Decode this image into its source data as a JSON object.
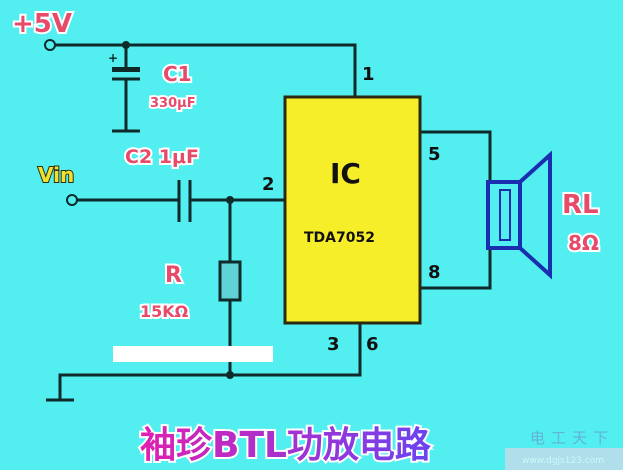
{
  "supply": {
    "label": "+5V"
  },
  "input": {
    "label": "Vin"
  },
  "c1": {
    "name": "C1",
    "value": "330μF"
  },
  "c2": {
    "label": "C2 1μF"
  },
  "resistor": {
    "name": "R",
    "value": "15KΩ"
  },
  "ic": {
    "logo": "IC",
    "model": "TDA7052",
    "pins": [
      "1",
      "2",
      "3",
      "6",
      "5",
      "8"
    ]
  },
  "load": {
    "name": "RL",
    "value": "8Ω"
  },
  "title": "袖珍BTL功放电路",
  "watermark": {
    "name": "电工天下",
    "url": "www.dgjs123.com"
  },
  "colors": {
    "background": "#52eef0",
    "ic_fill": "#f7ee2a",
    "component_label": "#e84a6a",
    "wire": "#0f2a2a",
    "speaker": "#1a2fb0",
    "resistor": "#5fd2d8",
    "title_gradient": [
      "#e020b0",
      "#7a3cf0"
    ]
  }
}
